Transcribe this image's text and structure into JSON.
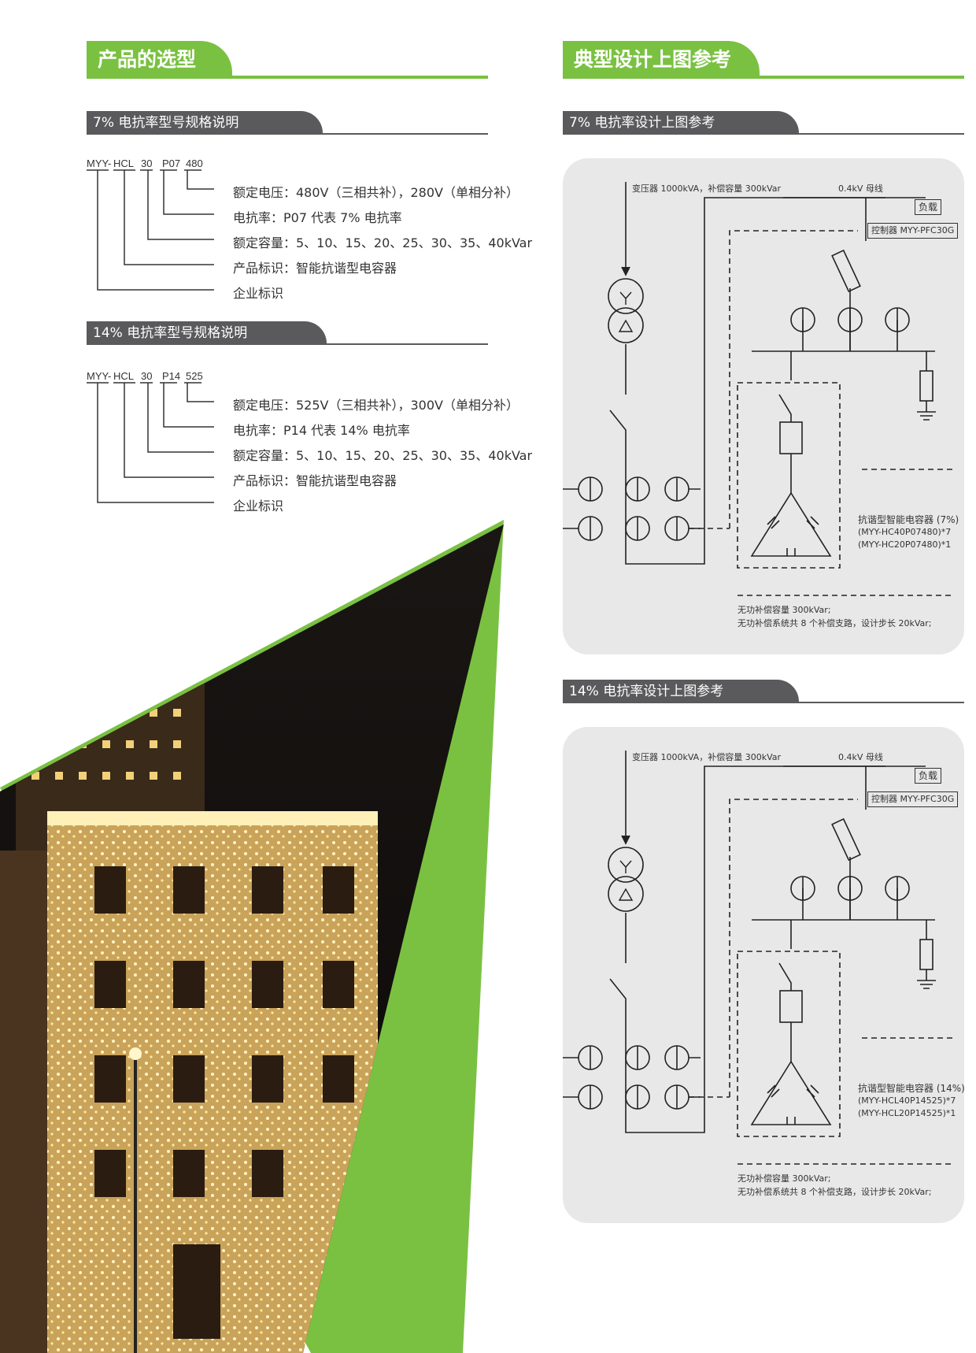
{
  "left": {
    "section_title": "产品的选型",
    "spec7": {
      "title": "7% 电抗率型号规格说明",
      "codes": [
        "MYY-",
        "HCL",
        "30",
        "P07",
        "480"
      ],
      "lines": [
        "额定电压：480V（三相共补），280V（单相分补）",
        "电抗率：P07 代表 7% 电抗率",
        "额定容量：5、10、15、20、25、30、35、40kVar",
        "产品标识：智能抗谐型电容器",
        "企业标识"
      ]
    },
    "spec14": {
      "title": "14% 电抗率型号规格说明",
      "codes": [
        "MYY-",
        "HCL",
        "30",
        "P14",
        "525"
      ],
      "lines": [
        "额定电压：525V（三相共补），300V（单相分补）",
        "电抗率：P14 代表 14% 电抗率",
        "额定容量：5、10、15、20、25、30、35、40kVar",
        "产品标识：智能抗谐型电容器",
        "企业标识"
      ]
    }
  },
  "right": {
    "section_title": "典型设计上图参考",
    "design7": {
      "title": "7% 电抗率设计上图参考",
      "transformer_label": "变压器 1000kVA，补偿容量 300kVar",
      "bus_label": "0.4kV 母线",
      "load_label": "负载",
      "controller_label": "控制器 MYY-PFC30G",
      "capacitor_title": "抗谐型智能电容器 (7%)",
      "capacitor_model_1": "(MYY-HC40P07480)*7",
      "capacitor_model_2": "(MYY-HC20P07480)*1",
      "note_1": "无功补偿容量 300kVar;",
      "note_2": "无功补偿系统共 8 个补偿支路，设计步长 20kVar;"
    },
    "design14": {
      "title": "14% 电抗率设计上图参考",
      "transformer_label": "变压器 1000kVA，补偿容量 300kVar",
      "bus_label": "0.4kV 母线",
      "load_label": "负载",
      "controller_label": "控制器 MYY-PFC30G",
      "capacitor_title": "抗谐型智能电容器 (14%)",
      "capacitor_model_1": "(MYY-HCL40P14525)*7",
      "capacitor_model_2": "(MYY-HCL20P14525)*1",
      "note_1": "无功补偿容量 300kVar;",
      "note_2": "无功补偿系统共 8 个补偿支路，设计步长 20kVar;"
    }
  },
  "colors": {
    "accent_green": "#7ac142",
    "tab_gray": "#5a5a5c",
    "panel_gray": "#e8e8e8"
  }
}
